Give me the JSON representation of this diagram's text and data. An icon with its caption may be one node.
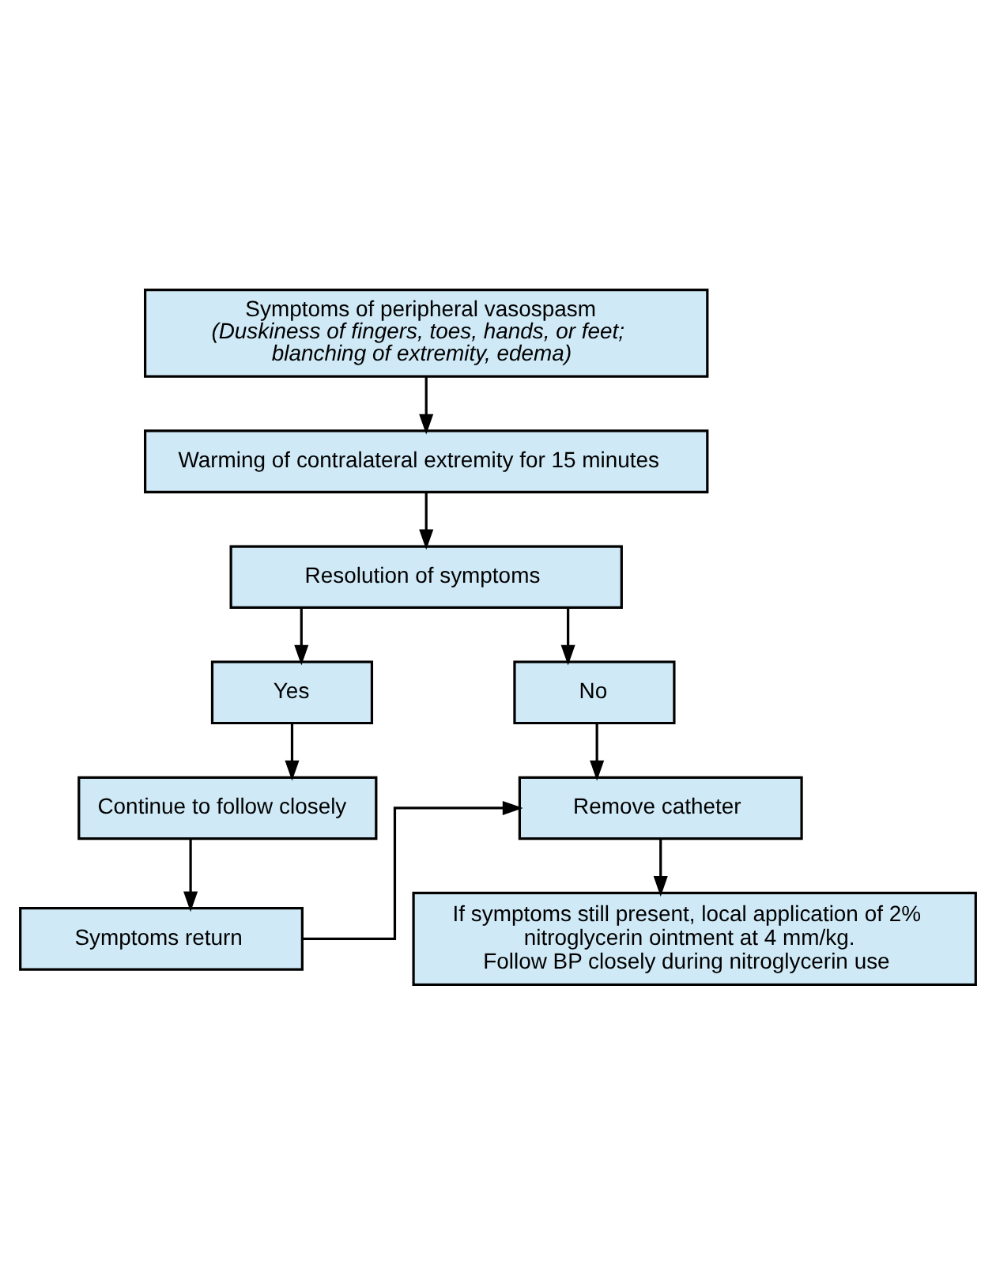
{
  "diagram": {
    "nodes": [
      {
        "text": [
          "Symptoms of peripheral vasospasm",
          "(Duskiness of fingers, toes, hands, or feet; blanching of extremity, edema)"
        ]
      },
      {
        "text": [
          "Warming of contralateral extremity for 15 minutes"
        ]
      },
      {
        "text": [
          "Resolution of symptoms"
        ]
      },
      {
        "text": [
          "Yes"
        ]
      },
      {
        "text": [
          "No"
        ]
      },
      {
        "text": [
          "Continue to follow closely"
        ]
      },
      {
        "text": [
          "Remove catheter"
        ]
      },
      {
        "text": [
          "Symptoms return"
        ]
      },
      {
        "text": [
          "If symptoms still present, local application of 2% nitroglycerin ointment at 4 mm/kg.",
          "Follow BP closely during nitroglycerin use"
        ]
      }
    ],
    "edges": [
      {
        "from": 0,
        "to": 1,
        "arrow": "to"
      },
      {
        "from": 1,
        "to": 2,
        "arrow": "to"
      },
      {
        "from": 2,
        "to": 3,
        "arrow": "to"
      },
      {
        "from": 2,
        "to": 4,
        "arrow": "to"
      },
      {
        "from": 3,
        "to": 5,
        "arrow": "to"
      },
      {
        "from": 4,
        "to": 6,
        "arrow": "to"
      },
      {
        "from": 5,
        "to": 7,
        "arrow": "to"
      },
      {
        "from": 7,
        "to": 6,
        "arrow": "to"
      },
      {
        "from": 6,
        "to": 8,
        "arrow": "to"
      }
    ]
  }
}
